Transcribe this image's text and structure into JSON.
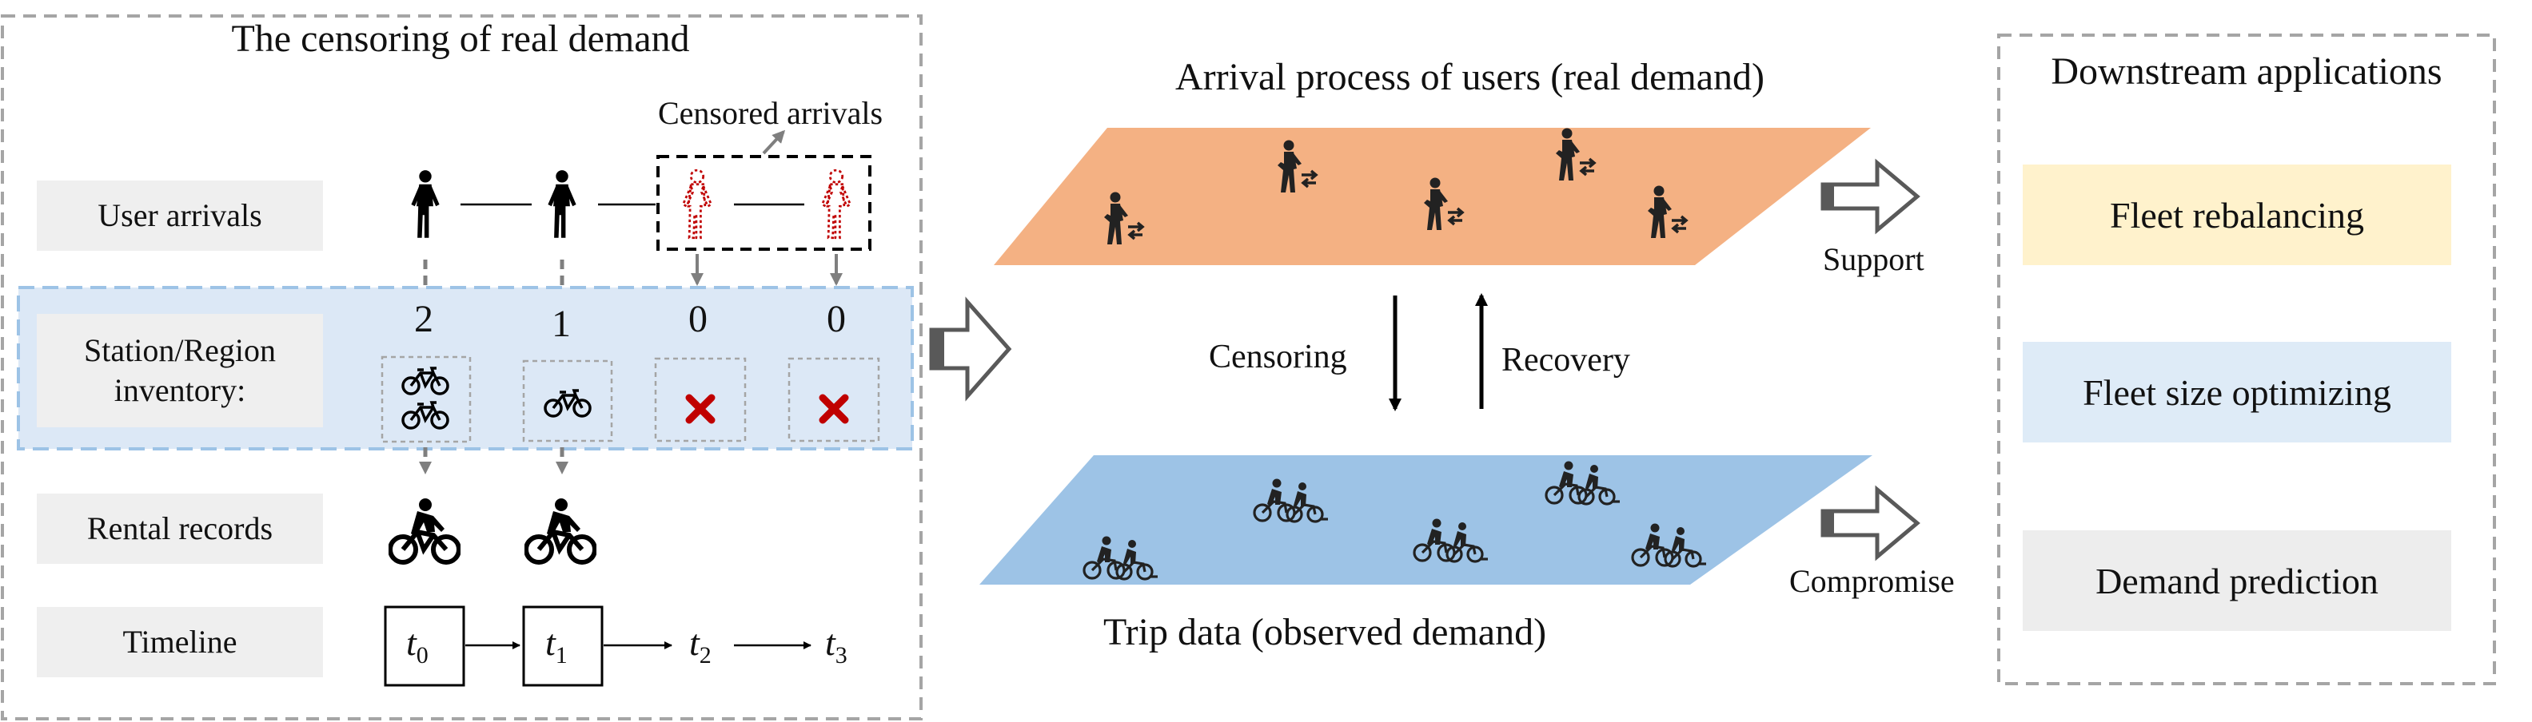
{
  "left": {
    "title": "The censoring of real demand",
    "censored_label": "Censored arrivals",
    "rows": {
      "user_arrivals": "User arrivals",
      "inventory_line1": "Station/Region",
      "inventory_line2": "inventory:",
      "rental_records": "Rental records",
      "timeline": "Timeline"
    },
    "inventory_counts": [
      "2",
      "1",
      "0",
      "0"
    ],
    "timeline": {
      "labels": [
        "t",
        "t",
        "t",
        "t"
      ],
      "subs": [
        "0",
        "1",
        "2",
        "3"
      ]
    }
  },
  "middle": {
    "top_title": "Arrival process of users (real demand)",
    "bottom_title": "Trip data (observed demand)",
    "censoring": "Censoring",
    "recovery": "Recovery",
    "support": "Support",
    "compromise": "Compromise"
  },
  "right": {
    "title": "Downstream applications",
    "apps": [
      "Fleet rebalancing",
      "Fleet size optimizing",
      "Demand prediction"
    ]
  },
  "colors": {
    "orange": "#f2ae82",
    "blue_plane": "#9dc3e6",
    "inventory_band": "#dce8f6",
    "app_yellow": "#fff2cc",
    "app_blue": "#deebf7",
    "app_gray": "#ededed",
    "censored_red": "#c00000"
  }
}
